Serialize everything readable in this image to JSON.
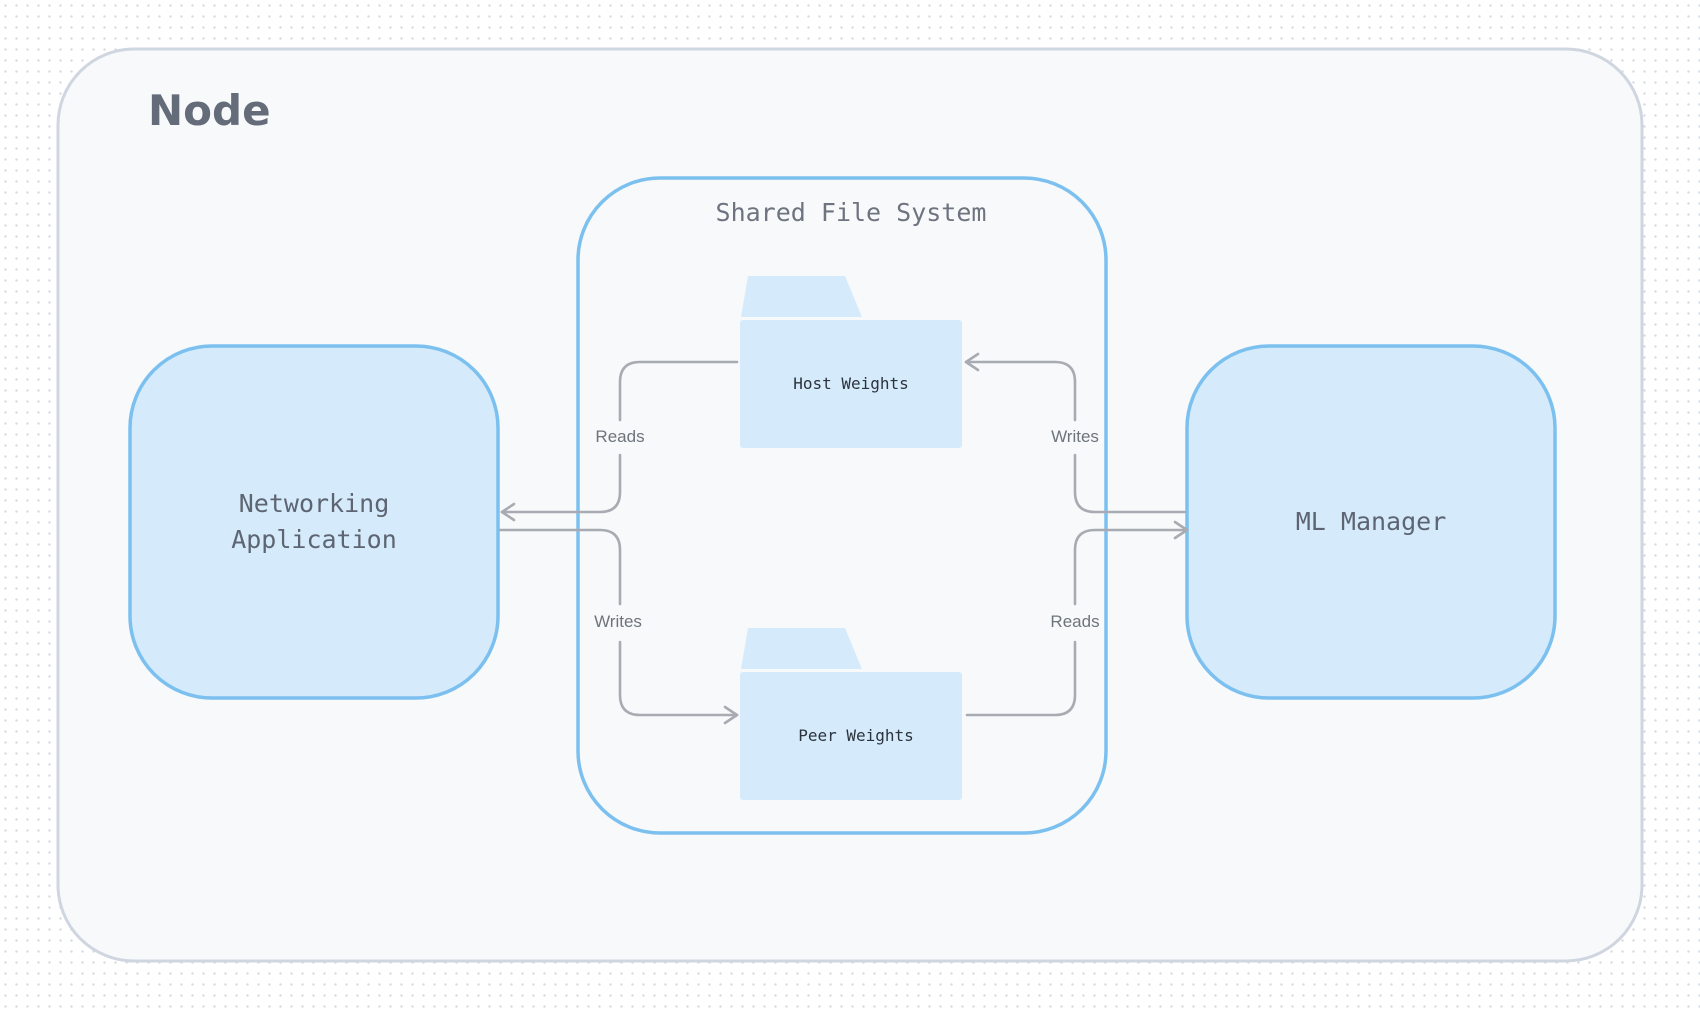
{
  "node": {
    "title": "Node"
  },
  "shared_fs": {
    "title": "Shared File System"
  },
  "networking_app": {
    "label_line1": "Networking",
    "label_line2": "Application"
  },
  "ml_manager": {
    "label": "ML Manager"
  },
  "folders": {
    "host_weights": "Host Weights",
    "peer_weights": "Peer Weights"
  },
  "edges": {
    "reads_left": "Reads",
    "writes_left": "Writes",
    "writes_right": "Writes",
    "reads_right": "Reads"
  },
  "colors": {
    "node_border": "#cfd6e0",
    "node_fill": "#f7f9fb",
    "accent_border": "#7cc0ef",
    "accent_fill": "#d5ebfc",
    "arrow": "#a8acb2"
  }
}
